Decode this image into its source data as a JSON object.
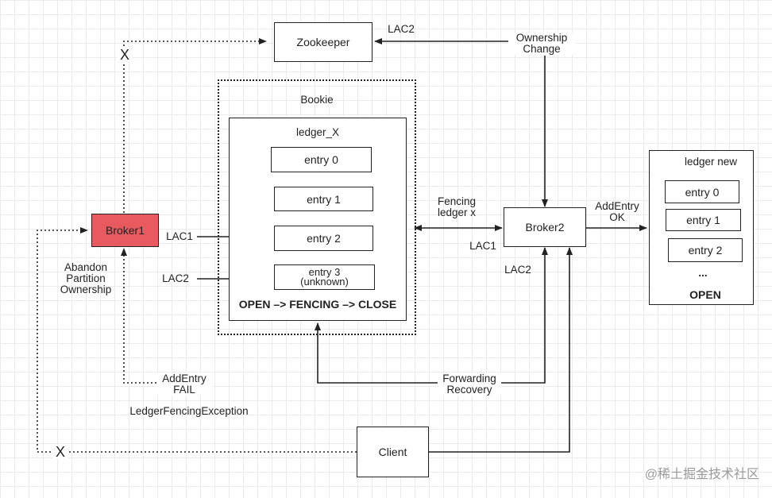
{
  "nodes": {
    "zookeeper": "Zookeeper",
    "bookie": "Bookie",
    "ledger_x": "ledger_X",
    "entry0": "entry 0",
    "entry1": "entry 1",
    "entry2": "entry 2",
    "entry3": "entry 3\n(unknown)",
    "ledger_state": "OPEN –> FENCING –> CLOSE",
    "broker1": "Broker1",
    "broker2": "Broker2",
    "client": "Client",
    "ledger_new": "ledger new",
    "new_entry0": "entry 0",
    "new_entry1": "entry 1",
    "new_entry2": "entry 2",
    "new_ellipsis": "...",
    "new_state": "OPEN"
  },
  "edges": {
    "lac2_zk": "LAC2",
    "ownership_change": "Ownership\nChange",
    "x_top": "X",
    "x_bottom": "X",
    "abandon": "Abandon\nPartition\nOwnership",
    "lac1_left": "LAC1",
    "lac2_left": "LAC2",
    "fencing": "Fencing\nledger x",
    "lac1_right": "LAC1",
    "lac2_right": "LAC2",
    "addentry_ok": "AddEntry\nOK",
    "addentry_fail": "AddEntry\nFAIL",
    "fencing_exception": "LedgerFencingException",
    "forwarding": "Forwarding\nRecovery"
  },
  "watermark": "@稀土掘金技术社区",
  "colors": {
    "broker1_fill": "#e85a5f",
    "line": "#222222",
    "grid": "#ececec"
  }
}
